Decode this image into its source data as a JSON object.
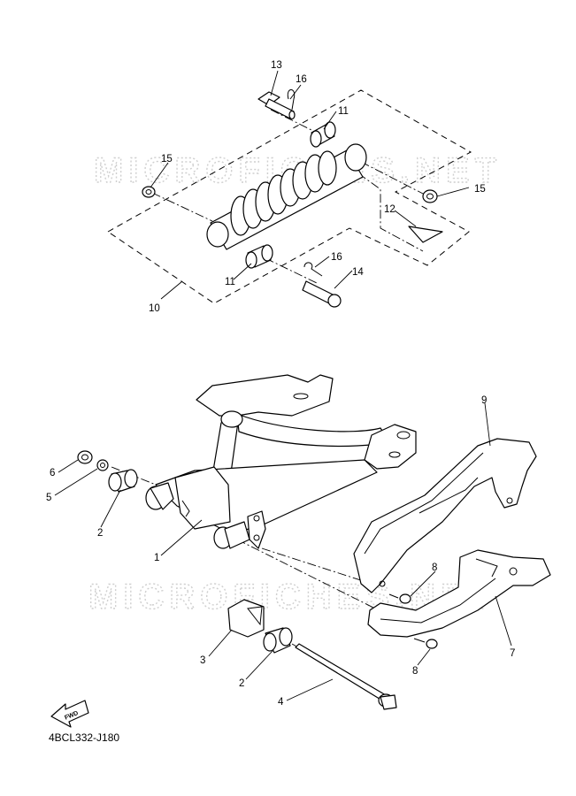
{
  "watermark": "MICROFICHES.NET",
  "diagram_code": "4BCL332-J180",
  "fwd_label": "FWD",
  "callouts": {
    "c13": "13",
    "c16a": "16",
    "c11a": "11",
    "c15a": "15",
    "c15b": "15",
    "c12": "12",
    "c16b": "16",
    "c14": "14",
    "c11b": "11",
    "c10": "10",
    "c9": "9",
    "c6": "6",
    "c5": "5",
    "c2a": "2",
    "c1": "1",
    "c8a": "8",
    "c7": "7",
    "c3": "3",
    "c2b": "2",
    "c8b": "8",
    "c4": "4"
  }
}
